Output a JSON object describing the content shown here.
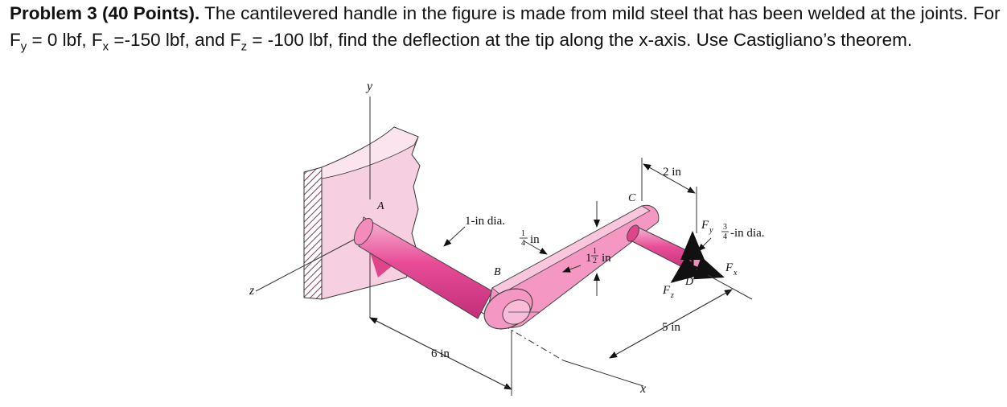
{
  "problem": {
    "heading": "Problem 3 (40 Points).",
    "text1": " The cantilevered handle in the figure is made from mild steel that has been welded at the joints. For F",
    "sub_y": "y",
    "text2": " = 0 lbf, F",
    "sub_x": "x",
    "text3": " =-150 lbf, and F",
    "sub_z": "z",
    "text4": " = -100 lbf, find the deflection at the tip along the x-axis. Use Castigliano’s theorem."
  },
  "figure": {
    "axis_y": "y",
    "axis_z": "z",
    "axis_x": "x",
    "point_a": "A",
    "point_b": "B",
    "point_c": "C",
    "point_d": "D",
    "dim_2in": "2 in",
    "dim_1in_dia": "1-in dia.",
    "dim_quarter_num": "1",
    "dim_quarter_den": "4",
    "dim_quarter_unit": "in",
    "dim_1half_whole": "1",
    "dim_1half_num": "1",
    "dim_1half_den": "2",
    "dim_1half_unit": "in",
    "dim_3_4_num": "3",
    "dim_3_4_den": "4",
    "dim_3_4_unit": "-in dia.",
    "dim_5in": "5 in",
    "dim_6in": "6 in",
    "force_y": "F",
    "force_y_sub": "y",
    "force_x": "F",
    "force_x_sub": "x",
    "force_z": "F",
    "force_z_sub": "z"
  }
}
